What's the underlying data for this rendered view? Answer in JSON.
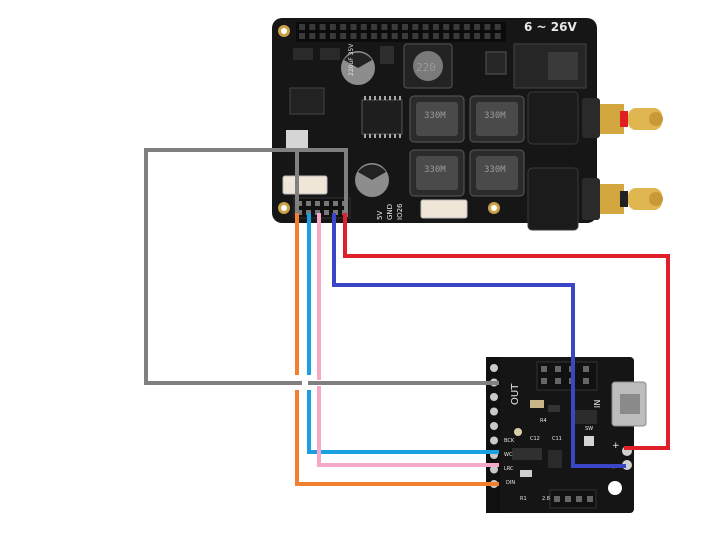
{
  "amp_board": {
    "voltage_label": "6 ~ 26V",
    "inductor_label": "220",
    "inductor_codes": [
      "330M",
      "330M",
      "330M",
      "330M"
    ],
    "cap_label": "220uF 35V",
    "pin_labels": [
      "5V",
      "GND",
      "IO26"
    ]
  },
  "module_board": {
    "out_label": "OUT",
    "in_label": "IN",
    "pin_labels": [
      "+",
      "-"
    ],
    "silk_codes": [
      "WC",
      "LRC",
      "BCK",
      "DIN",
      "R4",
      "C11",
      "C12",
      "SW",
      "2.8",
      "R1"
    ]
  },
  "wires": [
    {
      "color": "#808080",
      "role": "gray"
    },
    {
      "color": "#f08030",
      "role": "orange"
    },
    {
      "color": "#1aa0e0",
      "role": "blue-light"
    },
    {
      "color": "#f5a8c8",
      "role": "pink"
    },
    {
      "color": "#3b46c4",
      "role": "blue-dark"
    },
    {
      "color": "#e0202a",
      "role": "red"
    }
  ]
}
